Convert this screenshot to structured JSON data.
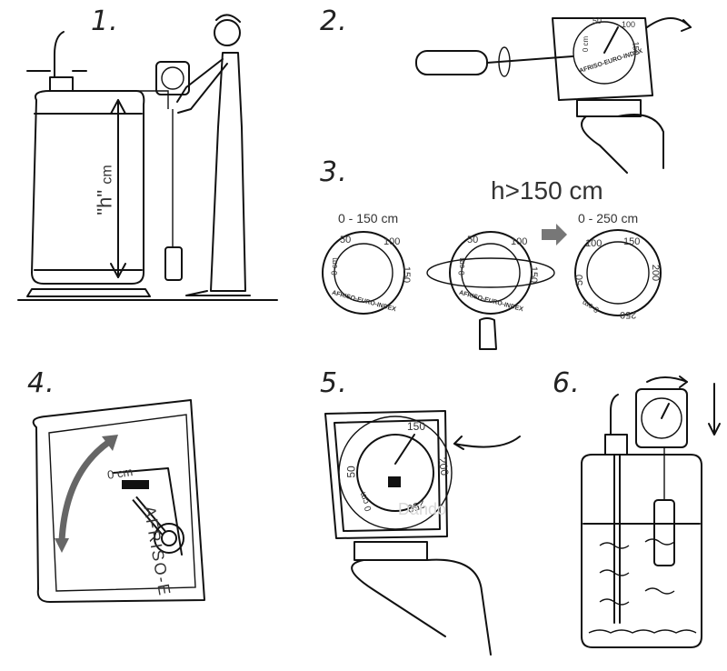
{
  "steps": [
    "1.",
    "2.",
    "3.",
    "4.",
    "5.",
    "6."
  ],
  "panel1": {
    "h_label": "\"h\"",
    "unit": "cm"
  },
  "panel2": {
    "dial_ticks": [
      "0 cm",
      "50",
      "100",
      "150"
    ],
    "brand": "AFRISO-EURO-INDEX"
  },
  "panel3": {
    "condition": "h>150 cm",
    "scale_a": "0 - 150 cm",
    "scale_b": "0 - 250 cm",
    "dial_a_ticks": [
      "0 cm",
      "50",
      "100",
      "150"
    ],
    "dial_b_ticks": [
      "0 cm",
      "50",
      "100",
      "150"
    ],
    "dial_c_ticks": [
      "50",
      "100",
      "150",
      "200",
      "250",
      "0 cm"
    ],
    "brand": "AFRISO-EURO-INDEX"
  },
  "panel4": {
    "zero_label": "0 cm",
    "brand_fragment": "AFRISO-E"
  },
  "panel5": {
    "dial_ticks": [
      "150",
      "200",
      "250",
      "0 cm",
      "50"
    ],
    "watermark": "Dando"
  }
}
